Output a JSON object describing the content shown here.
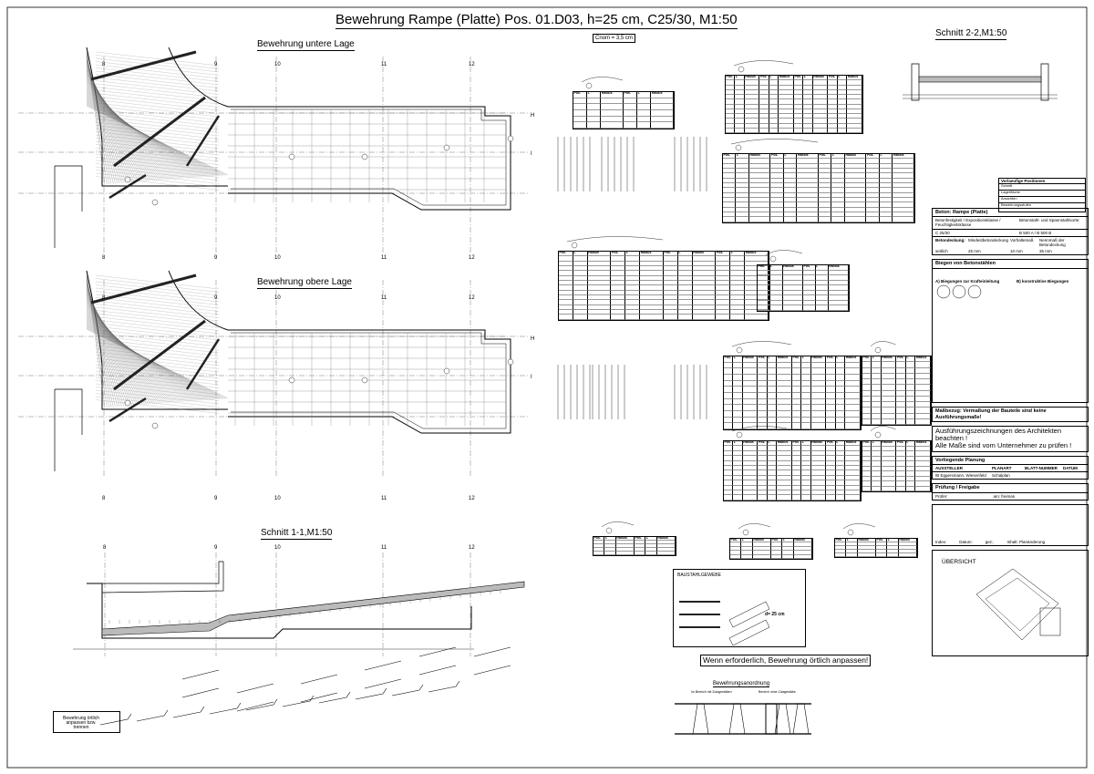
{
  "title": "Bewehrung Rampe (Platte) Pos. 01.D03, h=25 cm, C25/30, M1:50",
  "cnom": "Cnom = 3,5 cm",
  "views": {
    "lower_layer": "Bewehrung untere Lage",
    "upper_layer": "Bewehrung obere Lage",
    "section_1": "Schnitt 1-1,M1:50",
    "section_2": "Schnitt 2-2,M1:50"
  },
  "axes": [
    "8",
    "9",
    "10",
    "11",
    "12"
  ],
  "row_axes": [
    "H",
    "I"
  ],
  "table_headers": [
    "Pos.",
    "L",
    "Radius"
  ],
  "note_adjust": "Wenn erforderlich, Bewehrung örtlich anpassen!",
  "note_local": "Bewehrung örtlich anpassen bzw. trennen",
  "baustahl": {
    "title": "BAUSTAHLGEWEBE",
    "thickness": "d= 25 cm"
  },
  "arrangement": {
    "title": "Bewehrungsanordnung",
    "left": "Im Bereich mit Zulagestäben",
    "right": "Bereich ohne Zulagestäbe"
  },
  "positions_box": {
    "title": "Vorlaeufige Positionen",
    "items": [
      "Schnitt",
      "Lagerfläche",
      "Ansichten",
      "Bewehrungsstufen"
    ]
  },
  "title_block": {
    "concrete": "Beton: Rampe (Platte)",
    "col1": "Betonfestigkeit / Expositionsklasse / Feuchtigkeitsklasse",
    "col2": "Betonstahl- und Spannstahlsorte:",
    "grade": "C 25/30",
    "steel": "B 500 A / B 500 B",
    "cover_label": "Betondeckung:",
    "cover_cols": [
      "Mindestbetondeckung",
      "Vorhaltemaß",
      "Nennmaß der Betondeckung"
    ],
    "cover_values": [
      "25 mm",
      "10 mm",
      "35 mm"
    ],
    "cover_row": "seitlich",
    "bending_title": "Biegen von Betonstählen",
    "bending_a": "A) Biegungen zur Krafteinleitung",
    "bending_b": "B) konstruktive Biegungen",
    "massbezug": "Maßbezug: Vermaßung der Bauteile sind keine Ausführungsmaße!",
    "architect_1": "Ausführungszeichnungen des Architekten beachten !",
    "architect_2": "Alle Maße sind vom Unternehmer zu prüfen !",
    "planning_title": "Vorliegende Planung",
    "planning_cols": [
      "AUSSTELLER",
      "PLANART",
      "BLATT-NUMMER",
      "DATUM"
    ],
    "planning_row": [
      "IB Eggersmann, Wiesenfeld",
      "Schalplan",
      "",
      ""
    ],
    "check_title": "Prüfung / Freigabe",
    "check_row": [
      "Prüfer:",
      "am: freiman"
    ],
    "footer": [
      "Index:",
      "Datum:",
      "gez.:",
      "Inhalt: Planänderung"
    ],
    "overview": "ÜBERSICHT"
  }
}
